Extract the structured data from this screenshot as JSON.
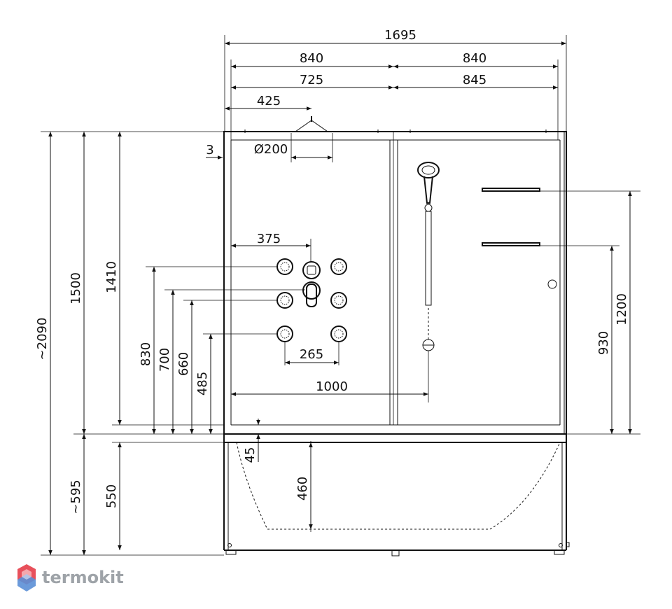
{
  "dimensions": {
    "total_width": "1695",
    "left_width": "840",
    "right_width": "840",
    "left_inner": "725",
    "right_inner": "845",
    "head_offset": "425",
    "gap": "3",
    "head_diameter": "Ø200",
    "panel_offset": "375",
    "jet_spacing": "265",
    "rail_offset": "1000",
    "total_height": "~2090",
    "cabin_height": "1500",
    "panel_height": "1410",
    "jet_top": "830",
    "jet_mid1": "700",
    "jet_mid2": "660",
    "jet_bottom": "485",
    "shelf_top": "1200",
    "shelf_low": "930",
    "tub_step": "45",
    "tub_depth": "460",
    "tub_height": "550",
    "base_height": "~595"
  },
  "brand": {
    "name": "termokit"
  },
  "colors": {
    "line": "#111111",
    "logo_red": "#e8505b",
    "logo_blue": "#5b8fd6",
    "logo_text": "#9ea3a8"
  }
}
